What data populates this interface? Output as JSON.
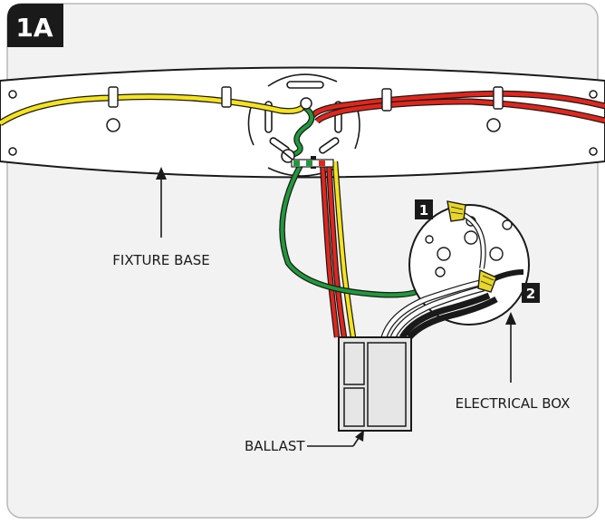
{
  "step_badge": "1A",
  "labels": {
    "fixture_base": "FIXTURE BASE",
    "ballast": "BALLAST",
    "electrical_box": "ELECTRICAL BOX"
  },
  "markers": {
    "one": "1",
    "two": "2"
  },
  "colors": {
    "panel_bg": "#f2f2f2",
    "outline": "#1a1a1a",
    "wire_yellow": "#f6e31c",
    "wire_red": "#e1261c",
    "wire_green": "#1f9a3a",
    "wire_black": "#1a1a1a",
    "wire_nut": "#e8d62a"
  }
}
